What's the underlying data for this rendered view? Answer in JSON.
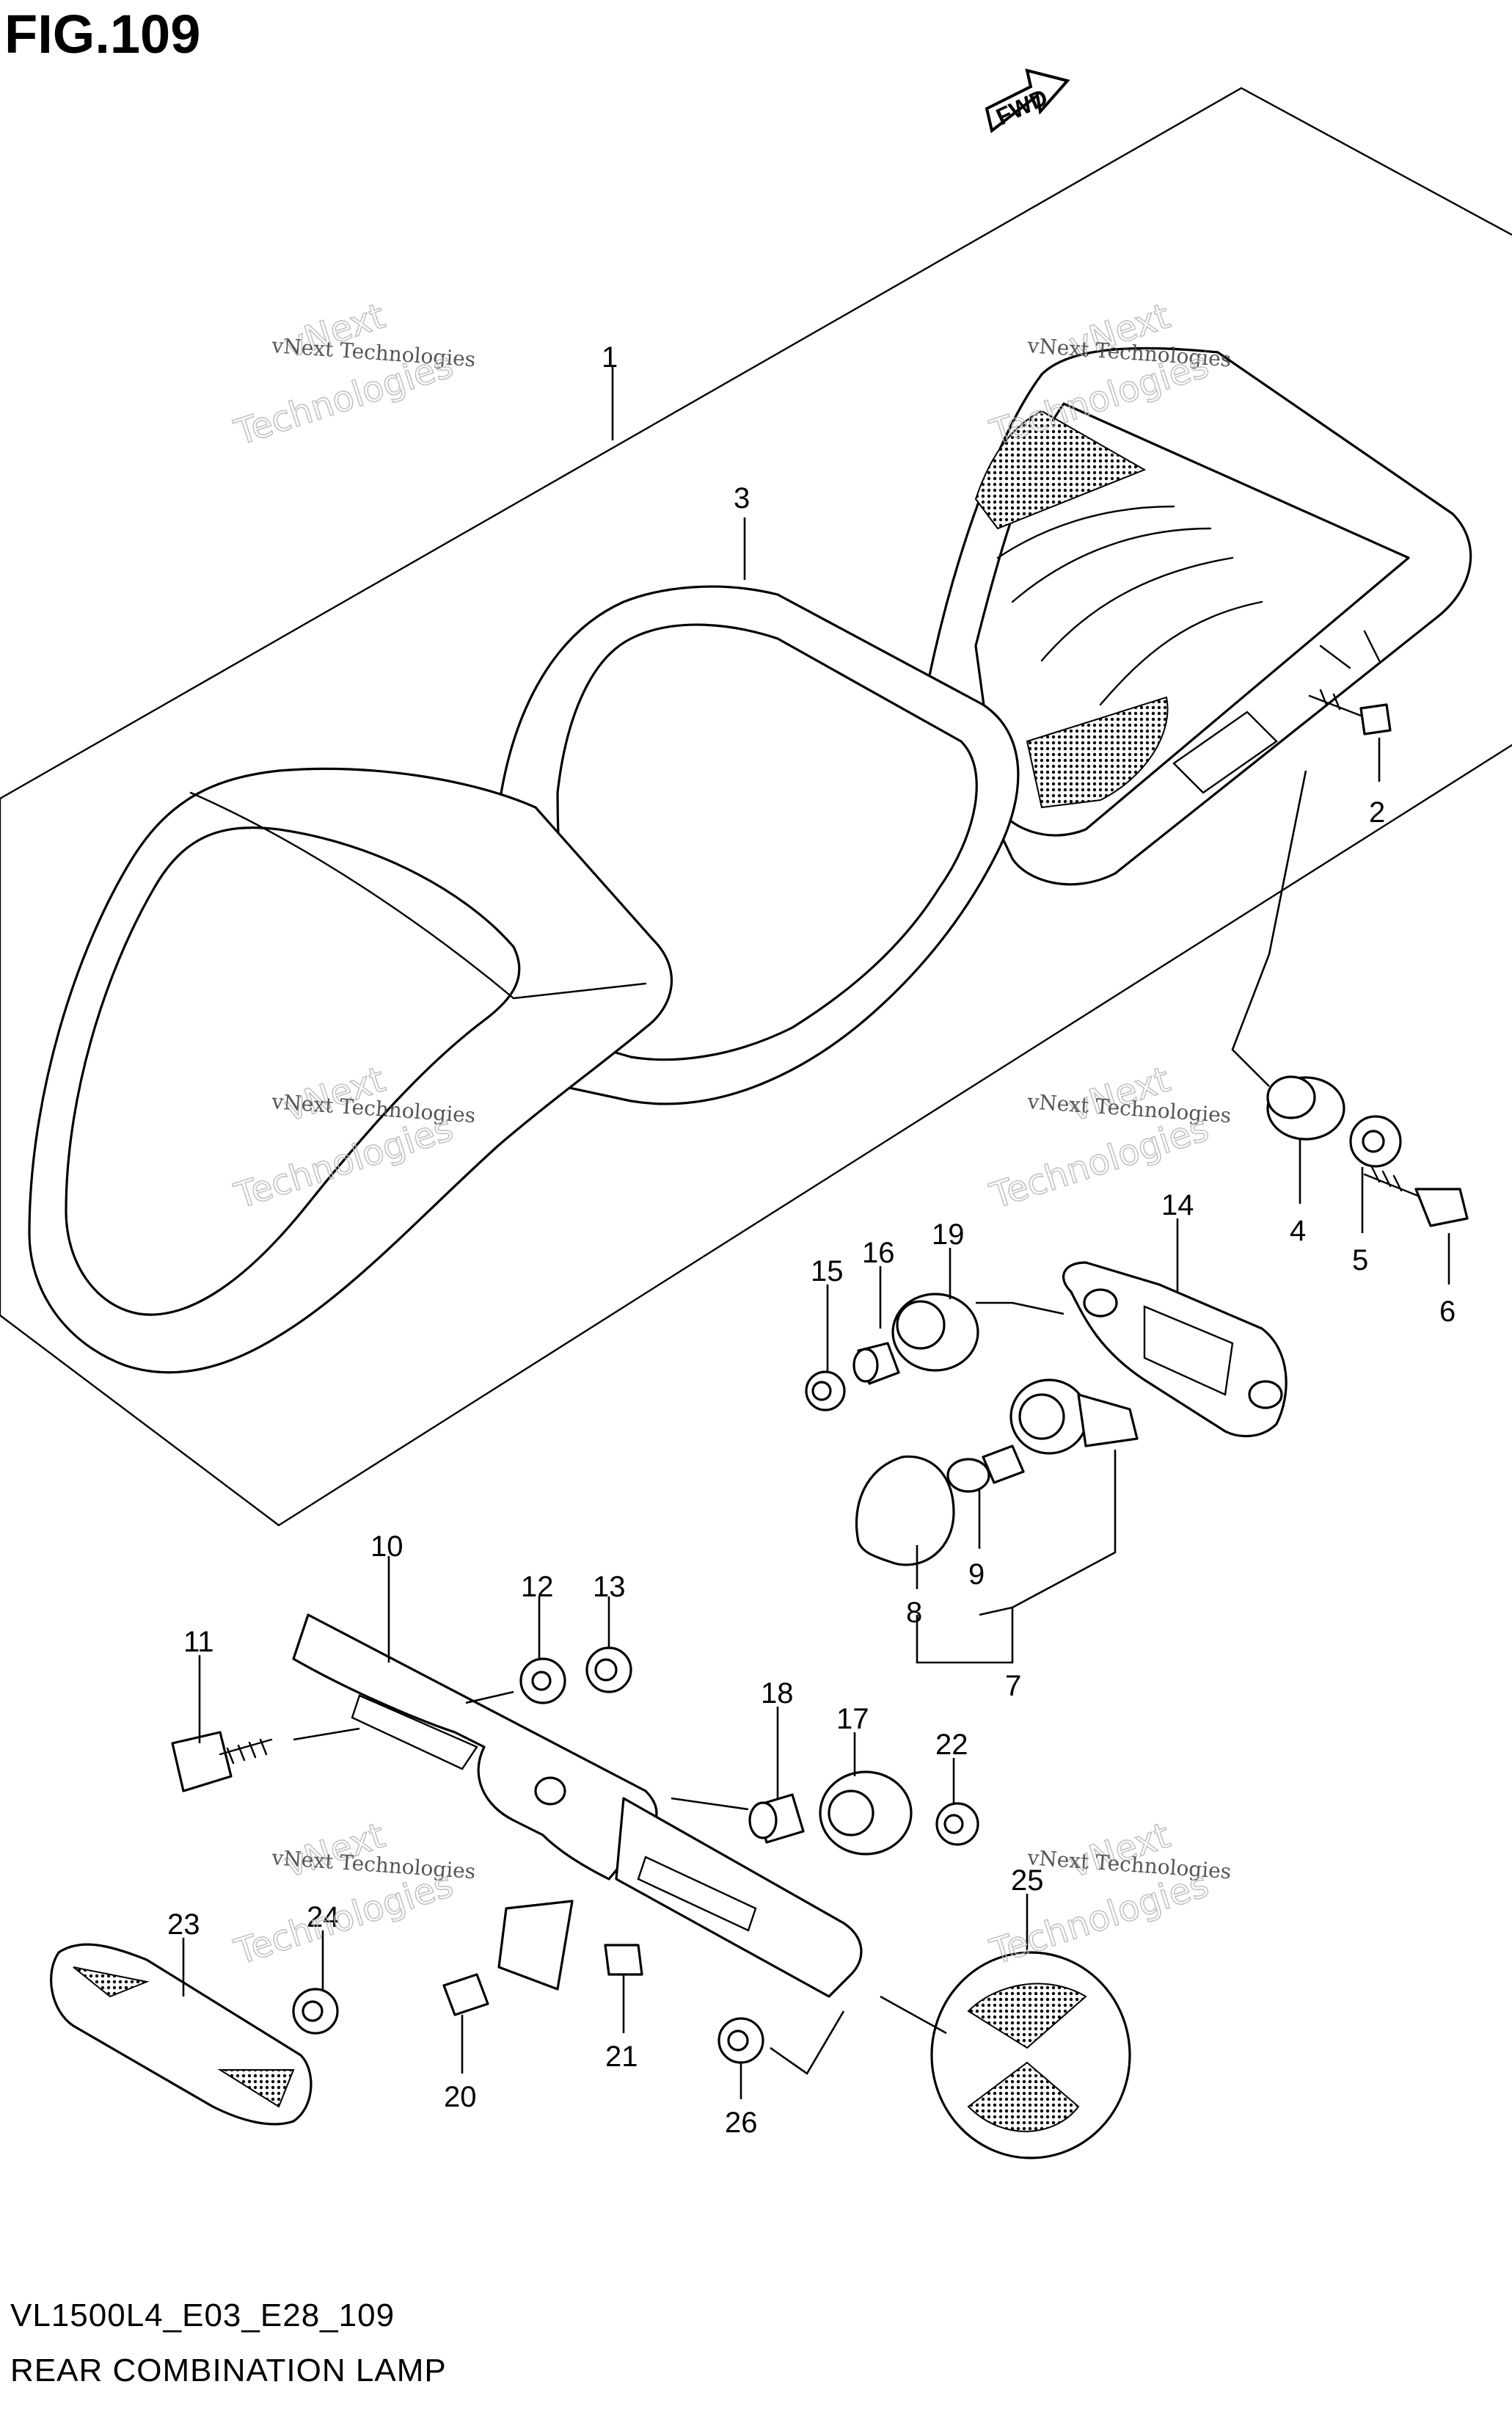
{
  "figure_title": "FIG.109",
  "fwd_label": "FWD",
  "footer": {
    "model_code": "VL1500L4_E03_E28_109",
    "section_title": "REAR COMBINATION LAMP"
  },
  "watermark": {
    "line1": "vNext",
    "line2": "vNext Technologies",
    "line3": "Technologies"
  },
  "callouts": [
    "1",
    "2",
    "3",
    "4",
    "5",
    "6",
    "7",
    "8",
    "9",
    "10",
    "11",
    "12",
    "13",
    "14",
    "15",
    "16",
    "17",
    "18",
    "19",
    "20",
    "21",
    "22",
    "23",
    "24",
    "25",
    "26"
  ]
}
